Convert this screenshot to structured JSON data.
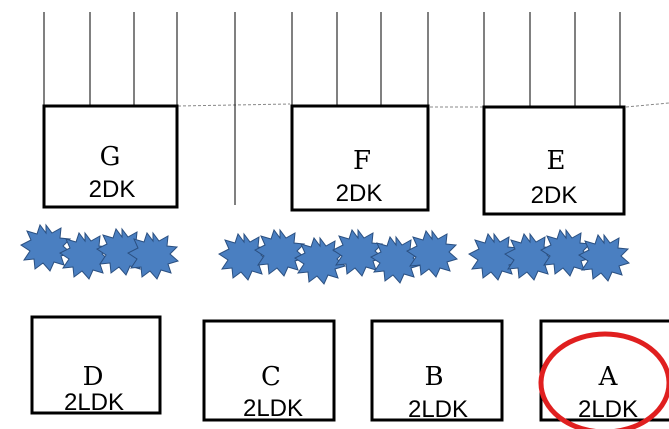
{
  "colors": {
    "line": "#000000",
    "dashed": "#888888",
    "shrub_fill": "#4a7fc1",
    "shrub_stroke": "#2a4f80",
    "highlight": "#e01f1f"
  },
  "units": {
    "G": {
      "letter": "G",
      "type": "2DK"
    },
    "F": {
      "letter": "F",
      "type": "2DK"
    },
    "E": {
      "letter": "E",
      "type": "2DK"
    },
    "D": {
      "letter": "D",
      "type": "2LDK"
    },
    "C": {
      "letter": "C",
      "type": "2LDK"
    },
    "B": {
      "letter": "B",
      "type": "2LDK"
    },
    "A": {
      "letter": "A",
      "type": "2LDK"
    }
  },
  "highlighted_unit": "A"
}
